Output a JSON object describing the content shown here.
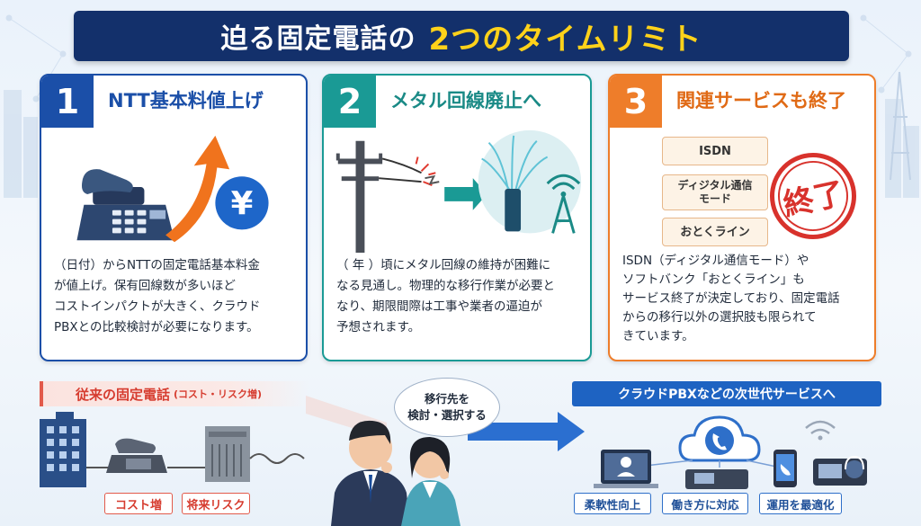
{
  "title": {
    "main": "迫る固定電話の",
    "highlight": "2つのタイムリミト"
  },
  "cards": [
    {
      "number": "1",
      "title": "NTT基本料値上げ",
      "body": [
        "（日付）からNTTの固定電話基本料金",
        "が値上げ。保有回線数が多いほど",
        "コストインパクトが大きく、クラウド",
        "PBXとの比較検討が必要になります。"
      ],
      "icon_symbol": "¥"
    },
    {
      "number": "2",
      "title": "メタル回線廃止へ",
      "body": [
        "（ 年 ）頃にメタル回線の維持が困難に",
        "なる見通し。物理的な移行作業が必要と",
        "なり、期限間際は工事や業者の逼迫が",
        "予想されます。"
      ]
    },
    {
      "number": "3",
      "title": "関連サービスも終了",
      "services": [
        "ISDN",
        "ディジタル通信\nモード",
        "おとくライン"
      ],
      "stamp": "終了",
      "body": [
        "ISDN（ディジタル通信モード）や",
        "ソフトバンク「おとくライン」も",
        "サービス終了が決定しており、固定電話",
        "からの移行以外の選択肢も限られて",
        "きています。"
      ]
    }
  ],
  "bottom": {
    "left_label": "従来の固定電話",
    "left_label_small": "(コスト・リスク増)",
    "left_tags": [
      "コスト増",
      "将来リスク"
    ],
    "bubble": [
      "移行先を",
      "検討・選択する"
    ],
    "right_label": "クラウドPBXなどの次世代サービスへ",
    "right_tags": [
      "柔軟性向上",
      "働き方に対応",
      "運用を最適化"
    ]
  },
  "colors": {
    "navy": "#13306b",
    "yellow": "#ffd21a",
    "blue": "#1b4fa8",
    "teal": "#1a9a95",
    "orange": "#ee7d2a",
    "red": "#d63c2f"
  }
}
